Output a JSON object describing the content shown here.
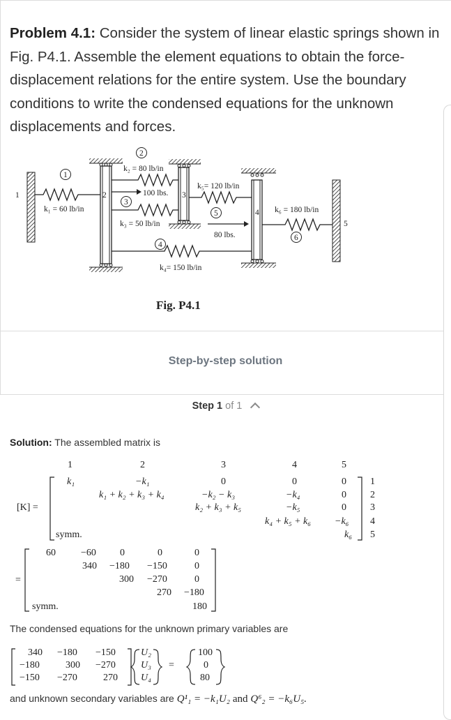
{
  "problem": {
    "label": "Problem 4.1:",
    "text": "Consider the system of linear elastic springs shown in Fig. P4.1. Assemble the element equations to obtain the force-displacement relations for the entire system. Use the boundary conditions to write the condensed equations for the unknown displacements and forces."
  },
  "figure": {
    "caption": "Fig. P4.1",
    "k1": "k₁ = 60 lb/in",
    "k2": "k₂ = 80 lb/in",
    "k3": "k₃ = 50 lb/in",
    "k4": "k₄= 150 lb/in",
    "k5": "k₅= 120 lb/in",
    "k6": "k₆ = 180 lb/in",
    "force1": "100 lbs.",
    "force2": "80 lbs.",
    "node_1": "1",
    "node_2": "2",
    "node_3": "3",
    "node_4": "4",
    "node_5": "5",
    "elem_1": "1",
    "elem_2": "2",
    "elem_3": "3",
    "elem_4": "4",
    "elem_5": "5",
    "elem_6": "6"
  },
  "solution_header": "Step-by-step solution",
  "step": {
    "label": "Step 1",
    "of": "of 1"
  },
  "solution": {
    "label": "Solution:",
    "intro": "The assembled matrix is",
    "K_label": "[K] =",
    "col_headers": [
      "1",
      "2",
      "3",
      "4",
      "5"
    ],
    "row_labels": [
      "1",
      "2",
      "3",
      "4",
      "5"
    ],
    "symbolic": {
      "r1": [
        "k₁",
        "−k₁",
        "0",
        "0",
        "0"
      ],
      "r2": [
        "k₁ + k₂ + k₃ + k₄",
        "−k₂ − k₃",
        "−k₄",
        "0"
      ],
      "r3": [
        "k₂ + k₃ + k₅",
        "−k₅",
        "0"
      ],
      "r4": [
        "k₄ + k₅ + k₆",
        "−k₆"
      ],
      "r5": [
        "k₆"
      ],
      "symm": "symm."
    },
    "numeric": {
      "r1": [
        "60",
        "−60",
        "0",
        "0",
        "0"
      ],
      "r2": [
        "340",
        "−180",
        "−150",
        "0"
      ],
      "r3": [
        "300",
        "−270",
        "0"
      ],
      "r4": [
        "270",
        "−180"
      ],
      "r5": [
        "180"
      ],
      "symm": "symm."
    },
    "eq": "=",
    "condensed_intro": "The condensed equations for the unknown primary variables are",
    "condensed": {
      "matrix": [
        [
          "340",
          "−180",
          "−150"
        ],
        [
          "−180",
          "300",
          "−270"
        ],
        [
          "−150",
          "−270",
          "270"
        ]
      ],
      "unknowns": [
        "U₂",
        "U₃",
        "U₄"
      ],
      "rhs": [
        "100",
        "0",
        "80"
      ]
    },
    "secondary_intro": "and unknown secondary variables are",
    "secondary_eq1": "Q¹₁ = −k₁U₂",
    "and": "and",
    "secondary_eq2": "Q⁶₂ = −k₆U₅."
  }
}
